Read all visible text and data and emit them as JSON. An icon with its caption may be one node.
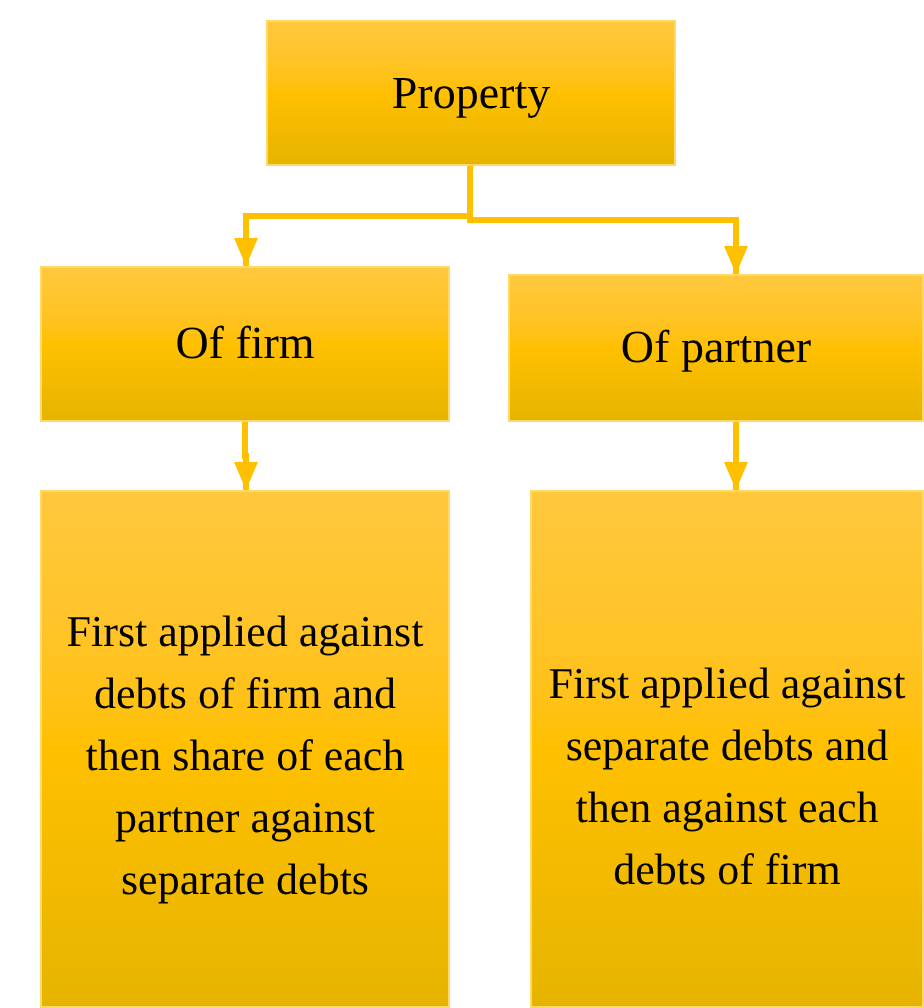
{
  "diagram": {
    "nodes": [
      {
        "text": [
          "Property"
        ]
      },
      {
        "text": [
          "Of firm"
        ]
      },
      {
        "text": [
          "Of partner"
        ]
      },
      {
        "text": [
          "First applied against debts of firm and then share of each partner against separate debts"
        ]
      },
      {
        "text": [
          "First applied against separate debts and then against each debts of firm"
        ]
      }
    ],
    "edges": [
      {
        "from": 0,
        "to": 1,
        "arrow": "to"
      },
      {
        "from": 0,
        "to": 2,
        "arrow": "to"
      },
      {
        "from": 1,
        "to": 3,
        "arrow": "to"
      },
      {
        "from": 2,
        "to": 4,
        "arrow": "to"
      }
    ]
  }
}
